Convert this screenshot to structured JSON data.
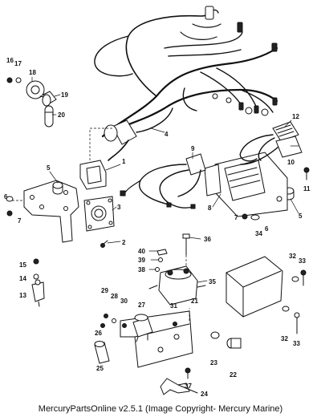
{
  "caption": "MercuryPartsOnline v2.5.1 (Image Copyright- Mercury Marine)",
  "callouts": {
    "c1": "1",
    "c2": "2",
    "c3": "3",
    "c4": "4",
    "c5a": "5",
    "c5b": "5",
    "c6a": "6",
    "c6b": "6",
    "c7a": "7",
    "c7b": "7",
    "c8": "8",
    "c9": "9",
    "c10": "10",
    "c11": "11",
    "c12": "12",
    "c13": "13",
    "c14": "14",
    "c15": "15",
    "c16": "16",
    "c17": "17",
    "c18": "18",
    "c19": "19",
    "c20": "20",
    "c21": "21",
    "c22": "22",
    "c23": "23",
    "c24": "24",
    "c25": "25",
    "c26": "26",
    "c27": "27",
    "c28": "28",
    "c29": "29",
    "c30": "30",
    "c31": "31",
    "c32a": "32",
    "c32b": "32",
    "c33a": "33",
    "c33b": "33",
    "c34": "34",
    "c35": "35",
    "c36": "36",
    "c37": "37",
    "c38": "38",
    "c39": "39",
    "c40": "40"
  }
}
